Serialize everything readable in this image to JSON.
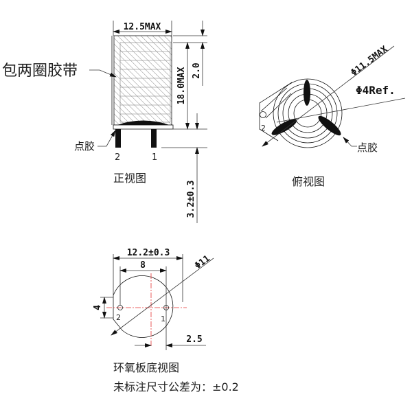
{
  "front_view": {
    "title": "正视图",
    "tape_label": "包两圈胶带",
    "glue_label": "点胶",
    "pin_labels": [
      "2",
      "1"
    ],
    "dim_width": "12.5MAX",
    "dim_height": "18.0MAX",
    "dim_top": "2.0",
    "dim_pin": "3.2±0.3"
  },
  "top_view": {
    "title": "俯视图",
    "dim_outer": "Φ11.5MAX",
    "dim_inner": "Φ4Ref.",
    "glue_label": "点胶",
    "pin_label": "2"
  },
  "bottom_view": {
    "title": "环氧板底视图",
    "dim_width": "12.2±0.3",
    "dim_pitch": "8",
    "dim_diameter": "Φ11",
    "dim_flat": "4",
    "dim_offset": "2.5",
    "pin_labels": [
      "2",
      "1"
    ]
  },
  "note": "未标注尺寸公差为：±0.2",
  "colors": {
    "line": "#111111",
    "centerline": "#e53030"
  }
}
